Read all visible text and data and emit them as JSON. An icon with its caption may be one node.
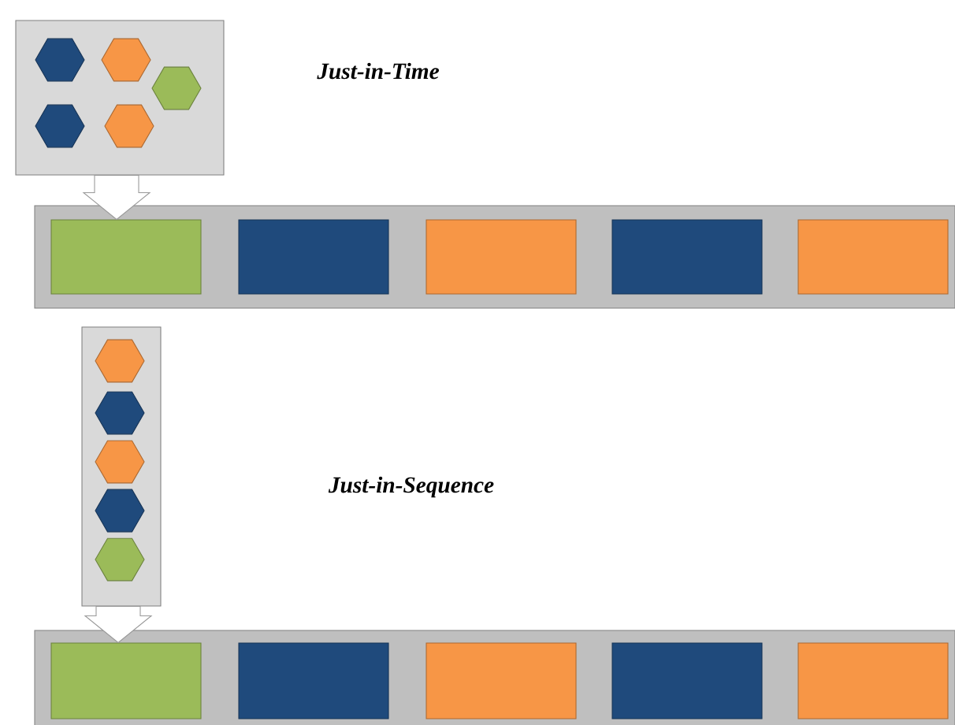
{
  "diagram": {
    "nodes": [
      {
        "text": [],
        "shape": "box"
      },
      {
        "text": [],
        "shape": "hexagon",
        "in": 0
      },
      {
        "text": [],
        "shape": "hexagon",
        "in": 0
      },
      {
        "text": [],
        "shape": "hexagon",
        "in": 0
      },
      {
        "text": [],
        "shape": "hexagon",
        "in": 0
      },
      {
        "text": [],
        "shape": "hexagon",
        "in": 0
      },
      {
        "text": [],
        "shape": "bar"
      },
      {
        "text": [],
        "shape": "box",
        "in": 6
      },
      {
        "text": [],
        "shape": "box",
        "in": 6
      },
      {
        "text": [],
        "shape": "box",
        "in": 6
      },
      {
        "text": [],
        "shape": "box",
        "in": 6
      },
      {
        "text": [],
        "shape": "box",
        "in": 6
      },
      {
        "text": [],
        "shape": "box"
      },
      {
        "text": [],
        "shape": "hexagon",
        "in": 12
      },
      {
        "text": [],
        "shape": "hexagon",
        "in": 12
      },
      {
        "text": [],
        "shape": "hexagon",
        "in": 12
      },
      {
        "text": [],
        "shape": "hexagon",
        "in": 12
      },
      {
        "text": [],
        "shape": "hexagon",
        "in": 12
      },
      {
        "text": [],
        "shape": "bar"
      },
      {
        "text": [],
        "shape": "box",
        "in": 18
      },
      {
        "text": [],
        "shape": "box",
        "in": 18
      },
      {
        "text": [],
        "shape": "box",
        "in": 18
      },
      {
        "text": [],
        "shape": "box",
        "in": 18
      },
      {
        "text": [],
        "shape": "box",
        "in": 18
      }
    ],
    "edges": [
      {
        "from": 0,
        "to": 7,
        "arrow": "to"
      },
      {
        "from": 12,
        "to": 19,
        "arrow": "to"
      }
    ],
    "labels": [
      "Just-in-Time",
      "Just-in-Sequence"
    ]
  }
}
